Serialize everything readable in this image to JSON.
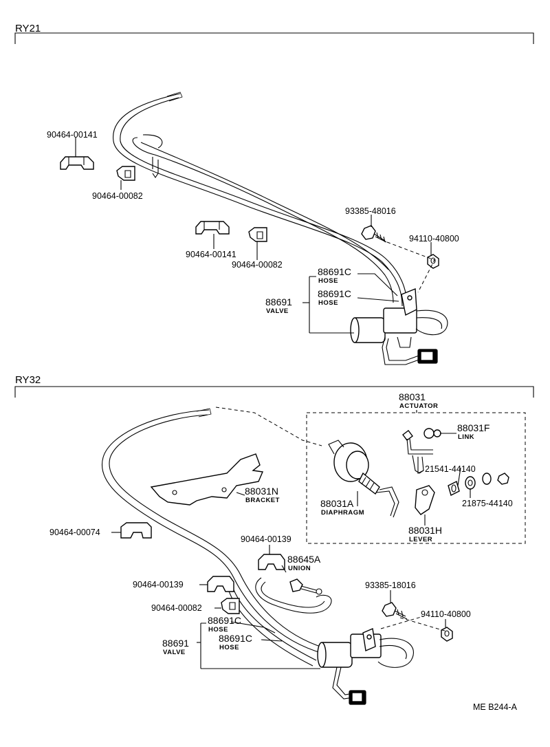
{
  "sections": {
    "ry21": "RY21",
    "ry32": "RY32"
  },
  "ry21": {
    "p_90464_00141_a": "90464-00141",
    "p_90464_00082_a": "90464-00082",
    "p_90464_00141_b": "90464-00141",
    "p_90464_00082_b": "90464-00082",
    "p_93385_48016": "93385-48016",
    "p_94110_40800": "94110-40800",
    "p_88691c_1": "88691C",
    "hose_1": "HOSE",
    "p_88691c_2": "88691C",
    "hose_2": "HOSE",
    "p_88691": "88691",
    "valve": "VALVE"
  },
  "ry32": {
    "p_88031": "88031",
    "actuator": "ACTUATOR",
    "p_88031f": "88031F",
    "link": "LINK",
    "p_21541_44140": "21541-44140",
    "p_21875_44140": "21875-44140",
    "p_88031n": "88031N",
    "bracket": "BRACKET",
    "p_88031a": "88031A",
    "diaphragm": "DIAPHRAGM",
    "p_88031h": "88031H",
    "lever": "LEVER",
    "p_90464_00074": "90464-00074",
    "p_90464_00139_a": "90464-00139",
    "p_88645a": "88645A",
    "union": "UNION",
    "p_90464_00139_b": "90464-00139",
    "p_90464_00082": "90464-00082",
    "p_93385_18016": "93385-18016",
    "p_94110_40800": "94110-40800",
    "p_88691c_1": "88691C",
    "hose_1": "HOSE",
    "p_88691c_2": "88691C",
    "hose_2": "HOSE",
    "p_88691": "88691",
    "valve": "VALVE"
  },
  "footer": {
    "code": "ME  B244-A"
  }
}
